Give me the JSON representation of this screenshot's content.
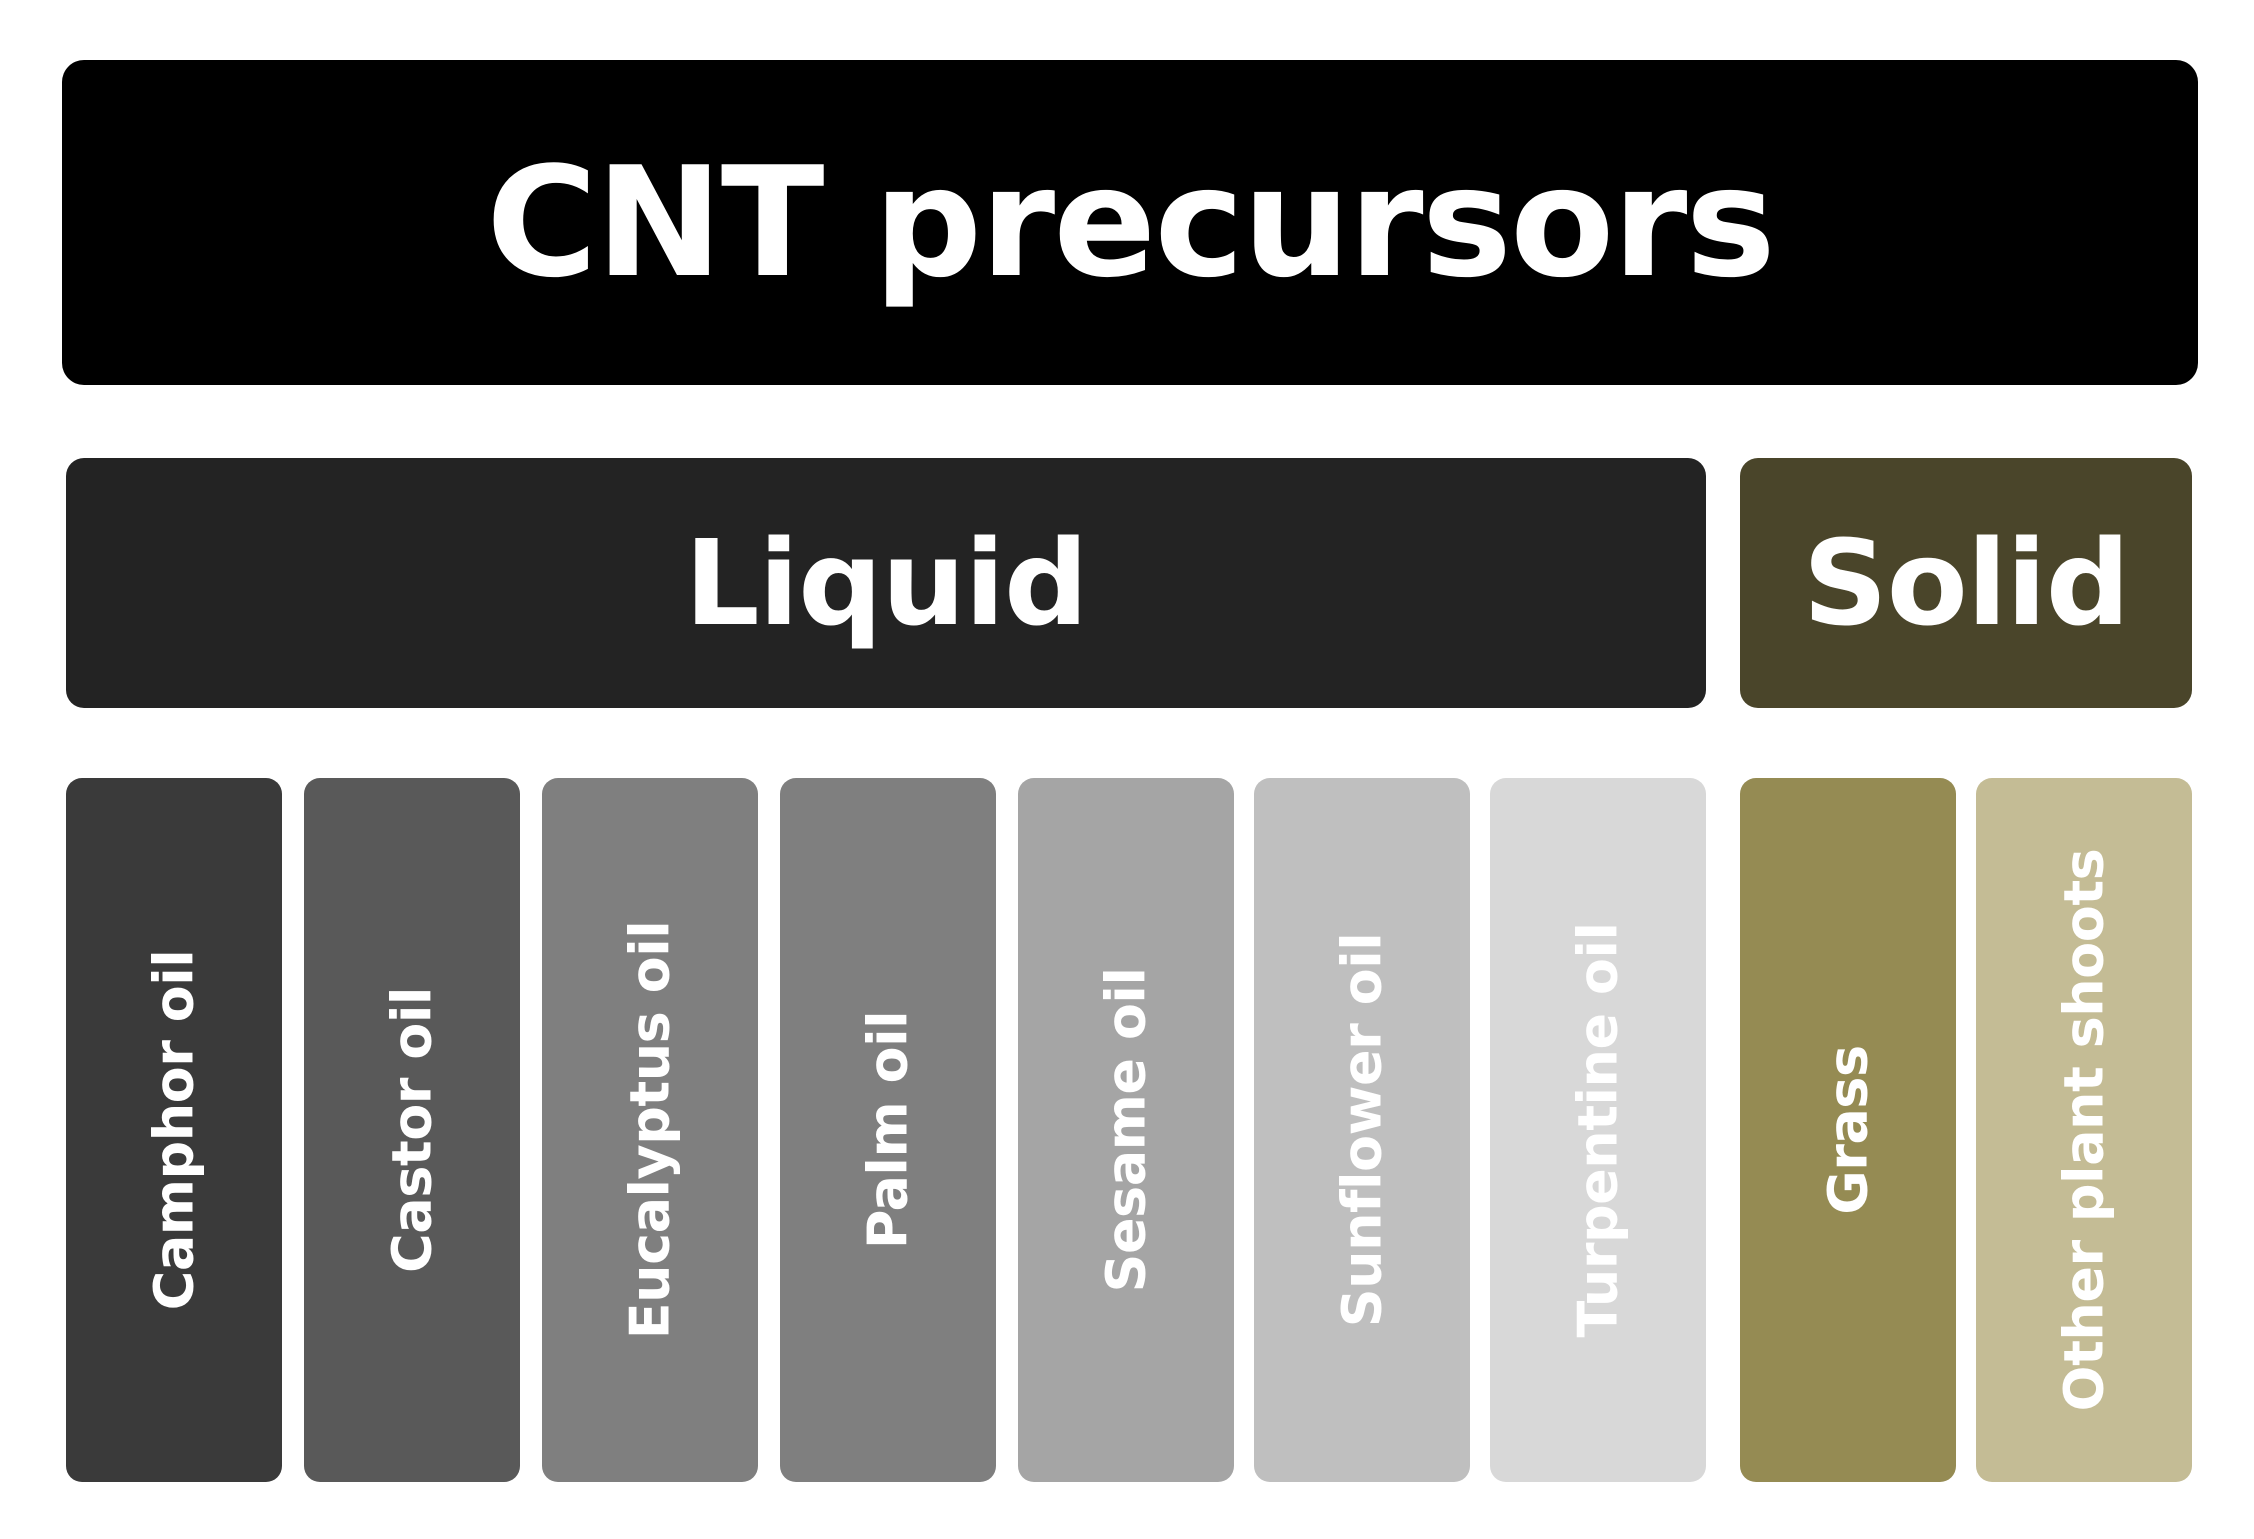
{
  "title": "CNT precursors",
  "categories": {
    "liquid": {
      "label": "Liquid",
      "color": "#232323",
      "items": [
        {
          "label": "Camphor oil",
          "color": "#3a3a3a",
          "text_color": "#ffffff"
        },
        {
          "label": "Castor oil",
          "color": "#595959",
          "text_color": "#ffffff"
        },
        {
          "label": "Eucalyptus oil",
          "color": "#7f7f7f",
          "text_color": "#ffffff"
        },
        {
          "label": "Palm oil",
          "color": "#7f7f7f",
          "text_color": "#ffffff"
        },
        {
          "label": "Sesame oil",
          "color": "#a5a5a5",
          "text_color": "#ffffff"
        },
        {
          "label": "Sunflower oil",
          "color": "#bfbfbf",
          "text_color": "#ffffff"
        },
        {
          "label": "Turpentine oil",
          "color": "#d8d8d8",
          "text_color": "#ffffff"
        }
      ]
    },
    "solid": {
      "label": "Solid",
      "color": "#4a452a",
      "items": [
        {
          "label": "Grass",
          "color": "#958b53",
          "text_color": "#ffffff"
        },
        {
          "label": "Other plant shoots",
          "color": "#c4bc95",
          "text_color": "#ffffff"
        }
      ]
    }
  }
}
